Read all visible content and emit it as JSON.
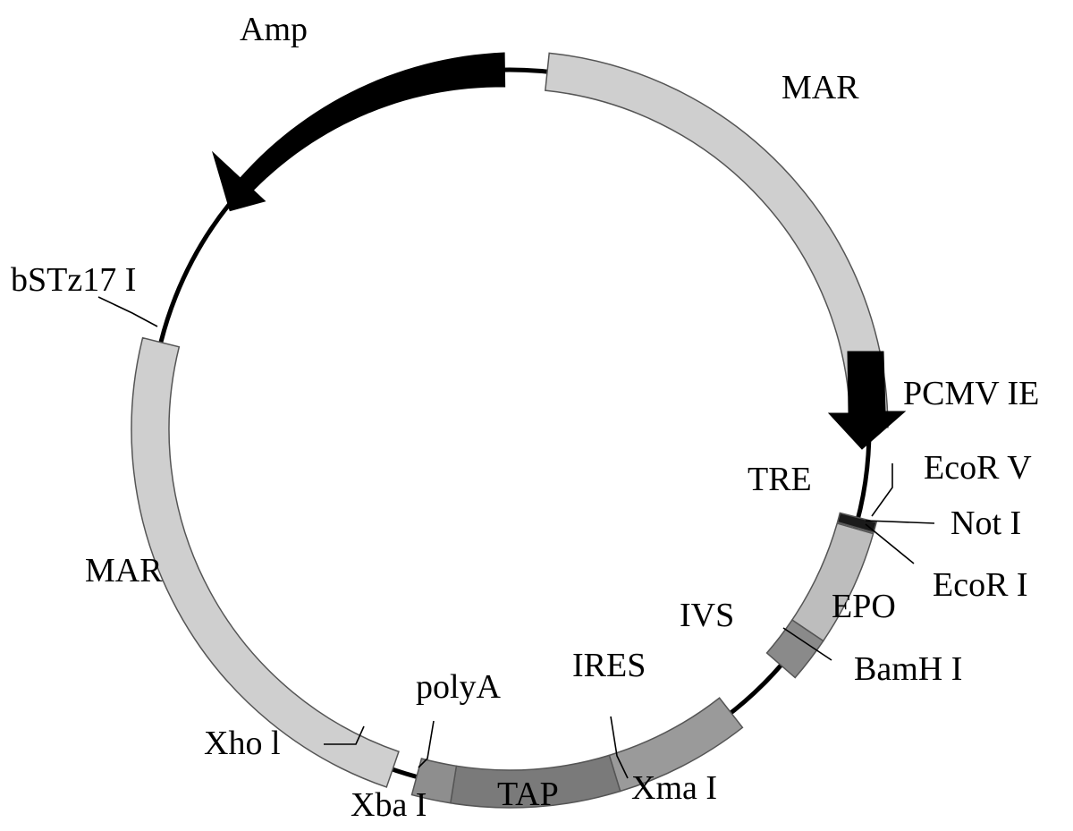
{
  "colors": {
    "backbone": "#000000",
    "mar": "#cfcfcf",
    "epo": "#bdbdbd",
    "ivs": "#8a8a8a",
    "ires": "#9a9a9a",
    "tap": "#7a7a7a",
    "polya": "#8e8e8e",
    "tre": "#1a1a1a",
    "amp": "#000000",
    "pcmv": "#000000"
  },
  "features": [
    {
      "id": "mar-top",
      "label": "MAR"
    },
    {
      "id": "pcmv",
      "label": "PCMV IE"
    },
    {
      "id": "tre",
      "label": "TRE"
    },
    {
      "id": "epo",
      "label": "EPO"
    },
    {
      "id": "ivs",
      "label": "IVS"
    },
    {
      "id": "ires",
      "label": "IRES"
    },
    {
      "id": "tap",
      "label": "TAP"
    },
    {
      "id": "polya",
      "label": "polyA"
    },
    {
      "id": "mar-left",
      "label": "MAR"
    },
    {
      "id": "amp",
      "label": "Amp"
    }
  ],
  "sites": [
    {
      "id": "ecorv",
      "label": "EcoR V"
    },
    {
      "id": "noti",
      "label": "Not I"
    },
    {
      "id": "ecori",
      "label": "EcoR I"
    },
    {
      "id": "bamhi",
      "label": "BamH I"
    },
    {
      "id": "xmai",
      "label": "Xma I"
    },
    {
      "id": "xbai",
      "label": "Xba I"
    },
    {
      "id": "xhoi",
      "label": "Xho l"
    },
    {
      "id": "bstz17i",
      "label": "bSTz17 I"
    }
  ]
}
